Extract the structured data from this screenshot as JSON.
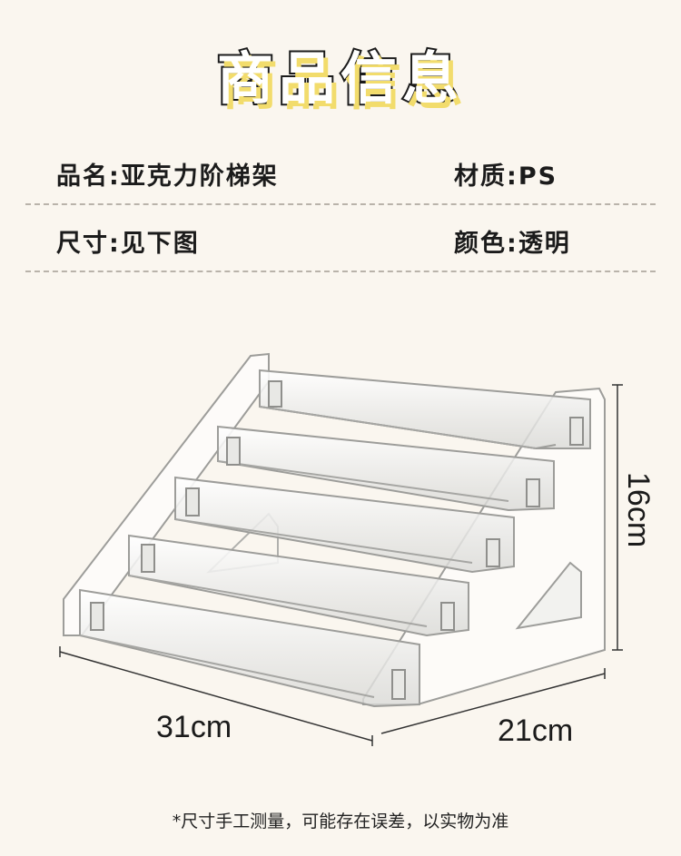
{
  "header": {
    "title": "商品信息"
  },
  "specs": {
    "name_label": "品名:",
    "name_value": "亚克力阶梯架",
    "material_label": "材质:",
    "material_value": "PS",
    "size_label": "尺寸:",
    "size_value": "见下图",
    "color_label": "颜色:",
    "color_value": "透明"
  },
  "dimensions": {
    "width": "31cm",
    "depth": "21cm",
    "height": "16cm"
  },
  "footnote": "*尺寸手工测量，可能存在误差，以实物为准"
}
